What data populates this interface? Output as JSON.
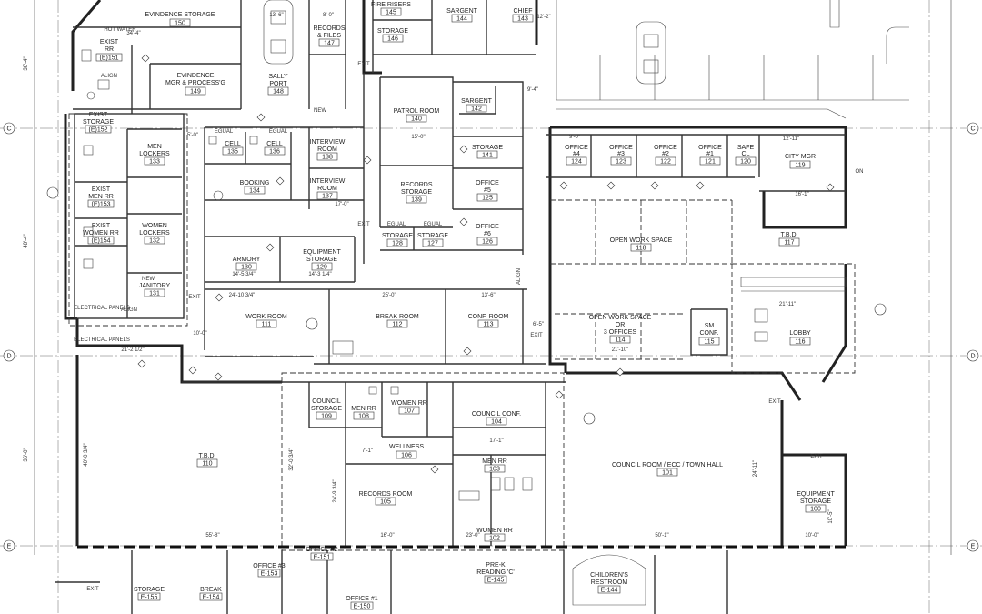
{
  "rooms": [
    {
      "id": "evidence-storage",
      "name": [
        "EVINDENCE STORAGE"
      ],
      "num": "150"
    },
    {
      "id": "exist-rr-151",
      "name": [
        "EXIST",
        "RR"
      ],
      "num": "(E)151"
    },
    {
      "id": "evidence-mgr",
      "name": [
        "EVINDENCE",
        "MGR & PROCESS'G"
      ],
      "num": "149"
    },
    {
      "id": "records-files",
      "name": [
        "RECORDS",
        "& FILES"
      ],
      "num": "147"
    },
    {
      "id": "sally-port",
      "name": [
        "SALLY",
        "PORT"
      ],
      "num": "148"
    },
    {
      "id": "fire-risers",
      "name": [
        "FIRE RISERS"
      ],
      "num": "145"
    },
    {
      "id": "storage-146",
      "name": [
        "STORAGE"
      ],
      "num": "146"
    },
    {
      "id": "sargent-144",
      "name": [
        "SARGENT"
      ],
      "num": "144"
    },
    {
      "id": "chief",
      "name": [
        "CHIEF"
      ],
      "num": "143"
    },
    {
      "id": "exist-storage-152",
      "name": [
        "EXIST",
        "STORAGE"
      ],
      "num": "(E)152"
    },
    {
      "id": "men-lockers",
      "name": [
        "MEN",
        "LOCKERS"
      ],
      "num": "133"
    },
    {
      "id": "exist-men-rr",
      "name": [
        "EXIST",
        "MEN RR"
      ],
      "num": "(E)153"
    },
    {
      "id": "exist-women-rr",
      "name": [
        "EXIST",
        "WOMEN RR"
      ],
      "num": "(E)154"
    },
    {
      "id": "women-lockers",
      "name": [
        "WOMEN",
        "LOCKERS"
      ],
      "num": "132"
    },
    {
      "id": "janitory",
      "name": [
        "JANITORY"
      ],
      "num": "131"
    },
    {
      "id": "cell-135",
      "name": [
        "CELL"
      ],
      "num": "135"
    },
    {
      "id": "cell-136",
      "name": [
        "CELL"
      ],
      "num": "136"
    },
    {
      "id": "interview-138",
      "name": [
        "INTERVIEW",
        "ROOM"
      ],
      "num": "138"
    },
    {
      "id": "booking",
      "name": [
        "BOOKING"
      ],
      "num": "134"
    },
    {
      "id": "interview-137",
      "name": [
        "INTERVIEW",
        "ROOM"
      ],
      "num": "137"
    },
    {
      "id": "patrol-room",
      "name": [
        "PATROL ROOM"
      ],
      "num": "140"
    },
    {
      "id": "sargent-142",
      "name": [
        "SARGENT"
      ],
      "num": "142"
    },
    {
      "id": "storage-141",
      "name": [
        "STORAGE"
      ],
      "num": "141"
    },
    {
      "id": "office-5",
      "name": [
        "OFFICE",
        "#5"
      ],
      "num": "125"
    },
    {
      "id": "records-storage",
      "name": [
        "RECORDS",
        "STORAGE"
      ],
      "num": "139"
    },
    {
      "id": "office-6",
      "name": [
        "OFFICE",
        "#6"
      ],
      "num": "126"
    },
    {
      "id": "storage-128",
      "name": [
        "STORAGE"
      ],
      "num": "128"
    },
    {
      "id": "storage-127",
      "name": [
        "STORAGE"
      ],
      "num": "127"
    },
    {
      "id": "armory",
      "name": [
        "ARMORY"
      ],
      "num": "130"
    },
    {
      "id": "equipment-storage-129",
      "name": [
        "EQUIPMENT",
        "STORAGE"
      ],
      "num": "129"
    },
    {
      "id": "work-room",
      "name": [
        "WORK ROOM"
      ],
      "num": "111"
    },
    {
      "id": "break-room",
      "name": [
        "BREAK ROOM"
      ],
      "num": "112"
    },
    {
      "id": "conf-room",
      "name": [
        "CONF. ROOM"
      ],
      "num": "113"
    },
    {
      "id": "office-4",
      "name": [
        "OFFICE",
        "#4"
      ],
      "num": "124"
    },
    {
      "id": "office-3",
      "name": [
        "OFFICE",
        "#3"
      ],
      "num": "123"
    },
    {
      "id": "office-2",
      "name": [
        "OFFICE",
        "#2"
      ],
      "num": "122"
    },
    {
      "id": "office-1",
      "name": [
        "OFFICE",
        "#1"
      ],
      "num": "121"
    },
    {
      "id": "safe-cl",
      "name": [
        "SAFE",
        "CL"
      ],
      "num": "120"
    },
    {
      "id": "city-mgr",
      "name": [
        "CITY MGR"
      ],
      "num": "119"
    },
    {
      "id": "open-work-space",
      "name": [
        "OPEN WORK SPACE"
      ],
      "num": "118"
    },
    {
      "id": "tbd-117",
      "name": [
        "T.B.D."
      ],
      "num": "117"
    },
    {
      "id": "open-work-space-114",
      "name": [
        "OPEN WORK SPACE",
        "OR",
        "3 OFFICES"
      ],
      "num": "114"
    },
    {
      "id": "sm-conf",
      "name": [
        "SM",
        "CONF."
      ],
      "num": "115"
    },
    {
      "id": "lobby",
      "name": [
        "LOBBY"
      ],
      "num": "116"
    },
    {
      "id": "council-storage",
      "name": [
        "COUNCIL",
        "STORAGE"
      ],
      "num": "109"
    },
    {
      "id": "men-rr-108",
      "name": [
        "MEN RR"
      ],
      "num": "108"
    },
    {
      "id": "women-rr-107",
      "name": [
        "WOMEN RR"
      ],
      "num": "107"
    },
    {
      "id": "council-conf",
      "name": [
        "COUNCIL CONF."
      ],
      "num": "104"
    },
    {
      "id": "wellness",
      "name": [
        "WELLNESS"
      ],
      "num": "106"
    },
    {
      "id": "tbd-110",
      "name": [
        "T.B.D."
      ],
      "num": "110"
    },
    {
      "id": "men-rr-103",
      "name": [
        "MEN RR"
      ],
      "num": "103"
    },
    {
      "id": "records-room",
      "name": [
        "RECORDS ROOM"
      ],
      "num": "105"
    },
    {
      "id": "women-rr-102",
      "name": [
        "WOMEN RR"
      ],
      "num": "102"
    },
    {
      "id": "council-room",
      "name": [
        "COUNCIL ROOM / ECC / TOWN HALL"
      ],
      "num": "101"
    },
    {
      "id": "equipment-storage-100",
      "name": [
        "EQUIPMENT",
        "STORAGE"
      ],
      "num": "100"
    },
    {
      "id": "office-e153",
      "name": [
        "OFFICE #3"
      ],
      "num": "E-153"
    },
    {
      "id": "office-e151",
      "name": [
        "OFFICE #2"
      ],
      "num": "E-151"
    },
    {
      "id": "pre-k",
      "name": [
        "PRE-K",
        "READING 'C'"
      ],
      "num": "E-145"
    },
    {
      "id": "childrens-restroom",
      "name": [
        "CHILDREN'S",
        "RESTROOM"
      ],
      "num": "E-144"
    },
    {
      "id": "storage-e155",
      "name": [
        "STORAGE"
      ],
      "num": "E-155"
    },
    {
      "id": "break-e154",
      "name": [
        "BREAK"
      ],
      "num": "E-154"
    },
    {
      "id": "office-e150",
      "name": [
        "OFFICE #1"
      ],
      "num": "E-150"
    }
  ],
  "grid_lines": [
    "C",
    "D",
    "E"
  ],
  "notes": {
    "hot_water": "HOT WATER",
    "align": "ALIGN",
    "egual": "EGUAL",
    "elec": "ELECTRICAL PANELS",
    "on": "ON",
    "new": "NEW",
    "exit": "EXIT"
  },
  "dimensions": [
    "34'-4\"",
    "13'-6\"",
    "8'-0\"",
    "5'-0\"",
    "17'-0\"",
    "15'-0\"",
    "10'-0\"",
    "9'-4\"",
    "12'-2\"",
    "14'-5 3/4\"",
    "14'-3 1/4\"",
    "24'-10 3/4\"",
    "25'-0\"",
    "13'-6\"",
    "6'-5\"",
    "21'-10\"",
    "21'-2 1/2\"",
    "55'-8\"",
    "16'-0\"",
    "23'-0\"",
    "50'-1\"",
    "10'-0\"",
    "17'-1\"",
    "7'-1\"",
    "9'-0\"",
    "12'-11\"",
    "21'-11\"",
    "16'-1\"",
    "36'-4\"",
    "48'-4\"",
    "36'-0\"",
    "40'-0 3/4\"",
    "32'-0 3/4\"",
    "24'-9 3/4\"",
    "10'-5\"",
    "24'-11\""
  ]
}
